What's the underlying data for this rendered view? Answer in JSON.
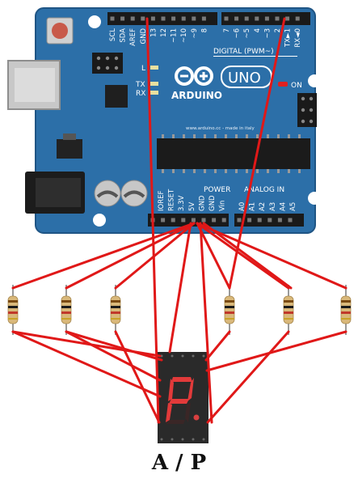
{
  "board": {
    "logo_text": "ARDUINO",
    "model": "UNO",
    "on_label": "ON",
    "url": "www.arduino.cc - made in italy",
    "tx_label": "TX",
    "rx_label": "RX",
    "l_label": "L",
    "digital_label": "DIGITAL (PWM~)",
    "power_label": "POWER",
    "analog_label": "ANALOG IN",
    "top_left_pins": [
      "SCL",
      "SDA",
      "AREF",
      "GND",
      "13",
      "12",
      "~11",
      "~10",
      "~9",
      "8"
    ],
    "top_right_pins": [
      "7",
      "~6",
      "~5",
      "4",
      "~3",
      "2",
      "TX►1",
      "RX◄0"
    ],
    "power_pins": [
      "IOREF",
      "RESET",
      "3.3V",
      "5V",
      "GND",
      "GND",
      "Vin"
    ],
    "analog_pins": [
      "A0",
      "A1",
      "A2",
      "A3",
      "A4",
      "A5"
    ]
  },
  "display": {
    "digit": "P"
  },
  "caption": "A / P",
  "colors": {
    "board": "#2c6fa8",
    "board_edge": "#1f5585",
    "wire": "#e01818",
    "header": "#1a1a1a",
    "segment_on": "#e23a3a",
    "segment_off": "#3a2626",
    "display_body": "#2a2a2a"
  }
}
